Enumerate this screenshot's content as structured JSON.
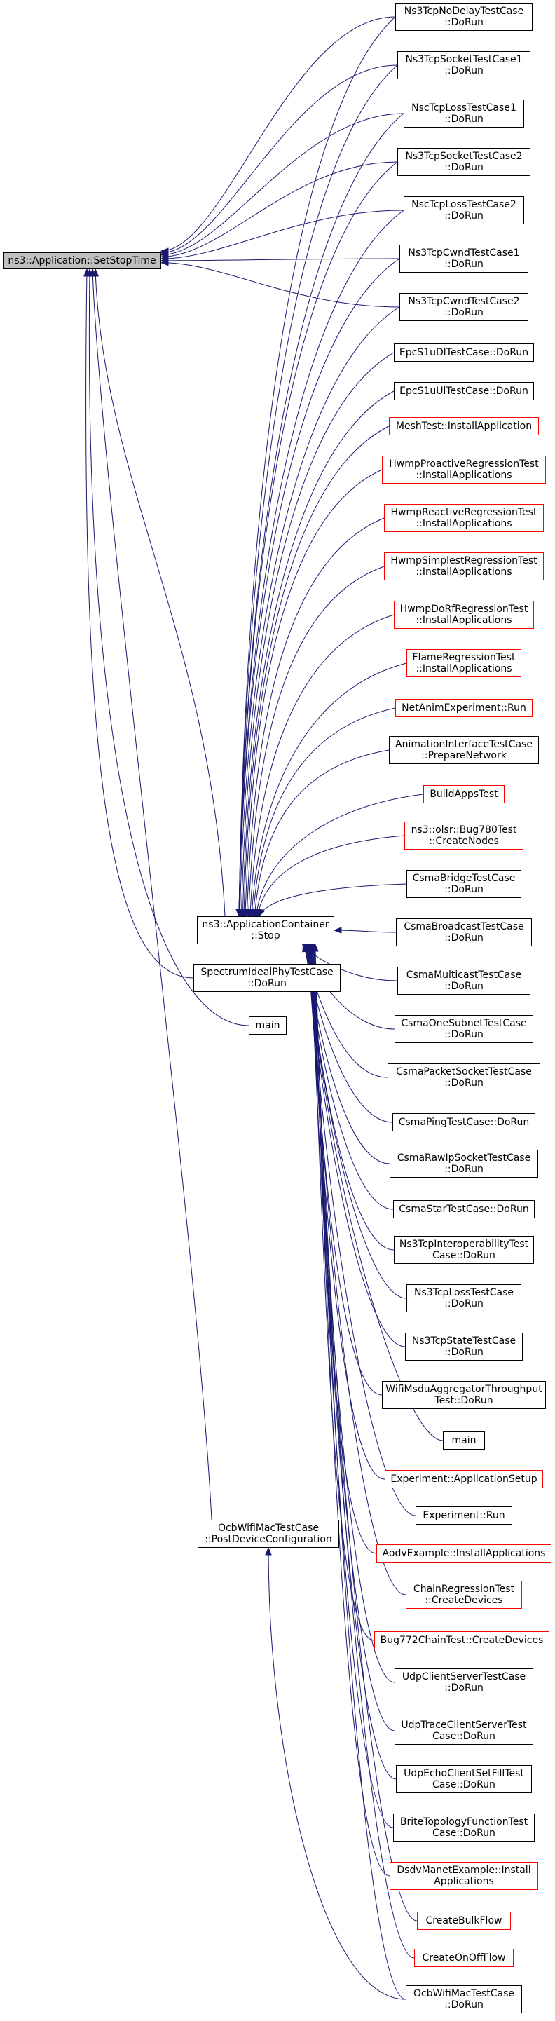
{
  "colors": {
    "edge": "#191970",
    "node_border": "#000000",
    "incomplete_border": "#ff0000",
    "root_fill": "#bfbfbf",
    "background": "#ffffff"
  },
  "nodes": {
    "root": {
      "lines": [
        "ns3::Application::SetStopTime"
      ],
      "style": "root"
    },
    "appcontainer": {
      "lines": [
        "ns3::ApplicationContainer",
        "::Stop"
      ],
      "style": "normal"
    },
    "spectrumideal": {
      "lines": [
        "SpectrumIdealPhyTestCase",
        "::DoRun"
      ],
      "style": "normal"
    },
    "main_left": {
      "lines": [
        "main"
      ],
      "style": "normal"
    },
    "ocbpostdevice": {
      "lines": [
        "OcbWifiMacTestCase",
        "::PostDeviceConfiguration"
      ],
      "style": "normal"
    },
    "ns3tcpnodelay": {
      "lines": [
        "Ns3TcpNoDelayTestCase",
        "::DoRun"
      ],
      "style": "normal"
    },
    "ns3tcpsocket1": {
      "lines": [
        "Ns3TcpSocketTestCase1",
        "::DoRun"
      ],
      "style": "normal"
    },
    "nsctcploss1": {
      "lines": [
        "NscTcpLossTestCase1",
        "::DoRun"
      ],
      "style": "normal"
    },
    "ns3tcpsocket2": {
      "lines": [
        "Ns3TcpSocketTestCase2",
        "::DoRun"
      ],
      "style": "normal"
    },
    "nsctcploss2": {
      "lines": [
        "NscTcpLossTestCase2",
        "::DoRun"
      ],
      "style": "normal"
    },
    "ns3tcpcwnd1": {
      "lines": [
        "Ns3TcpCwndTestCase1",
        "::DoRun"
      ],
      "style": "normal"
    },
    "ns3tcpcwnd2": {
      "lines": [
        "Ns3TcpCwndTestCase2",
        "::DoRun"
      ],
      "style": "normal"
    },
    "epcs1udl": {
      "lines": [
        "EpcS1uDlTestCase::DoRun"
      ],
      "style": "normal"
    },
    "epcs1uul": {
      "lines": [
        "EpcS1uUlTestCase::DoRun"
      ],
      "style": "normal"
    },
    "meshtest": {
      "lines": [
        "MeshTest::InstallApplication"
      ],
      "style": "red"
    },
    "hwmpproactive": {
      "lines": [
        "HwmpProactiveRegressionTest",
        "::InstallApplications"
      ],
      "style": "red"
    },
    "hwmpreactive": {
      "lines": [
        "HwmpReactiveRegressionTest",
        "::InstallApplications"
      ],
      "style": "red"
    },
    "hwmpsimplest": {
      "lines": [
        "HwmpSimplestRegressionTest",
        "::InstallApplications"
      ],
      "style": "red"
    },
    "hwmpdorf": {
      "lines": [
        "HwmpDoRfRegressionTest",
        "::InstallApplications"
      ],
      "style": "red"
    },
    "flame": {
      "lines": [
        "FlameRegressionTest",
        "::InstallApplications"
      ],
      "style": "red"
    },
    "netanim": {
      "lines": [
        "NetAnimExperiment::Run"
      ],
      "style": "red"
    },
    "animiface": {
      "lines": [
        "AnimationInterfaceTestCase",
        "::PrepareNetwork"
      ],
      "style": "normal"
    },
    "buildapps": {
      "lines": [
        "BuildAppsTest"
      ],
      "style": "red"
    },
    "olsrbug": {
      "lines": [
        "ns3::olsr::Bug780Test",
        "::CreateNodes"
      ],
      "style": "red"
    },
    "csmabridge": {
      "lines": [
        "CsmaBridgeTestCase",
        "::DoRun"
      ],
      "style": "normal"
    },
    "csmabroadcast": {
      "lines": [
        "CsmaBroadcastTestCase",
        "::DoRun"
      ],
      "style": "normal"
    },
    "csmamulticast": {
      "lines": [
        "CsmaMulticastTestCase",
        "::DoRun"
      ],
      "style": "normal"
    },
    "csmaonesubnet": {
      "lines": [
        "CsmaOneSubnetTestCase",
        "::DoRun"
      ],
      "style": "normal"
    },
    "csmapacket": {
      "lines": [
        "CsmaPacketSocketTestCase",
        "::DoRun"
      ],
      "style": "normal"
    },
    "csmaping": {
      "lines": [
        "CsmaPingTestCase::DoRun"
      ],
      "style": "normal"
    },
    "csmarawip": {
      "lines": [
        "CsmaRawIpSocketTestCase",
        "::DoRun"
      ],
      "style": "normal"
    },
    "csmastar": {
      "lines": [
        "CsmaStarTestCase::DoRun"
      ],
      "style": "normal"
    },
    "ns3tcpinterop": {
      "lines": [
        "Ns3TcpInteroperabilityTest",
        "Case::DoRun"
      ],
      "style": "normal"
    },
    "ns3tcploss": {
      "lines": [
        "Ns3TcpLossTestCase",
        "::DoRun"
      ],
      "style": "normal"
    },
    "ns3tcpstate": {
      "lines": [
        "Ns3TcpStateTestCase",
        "::DoRun"
      ],
      "style": "normal"
    },
    "wifimsdu": {
      "lines": [
        "WifiMsduAggregatorThroughput",
        "Test::DoRun"
      ],
      "style": "normal"
    },
    "main_right": {
      "lines": [
        "main"
      ],
      "style": "normal"
    },
    "expappsetup": {
      "lines": [
        "Experiment::ApplicationSetup"
      ],
      "style": "red"
    },
    "exprun": {
      "lines": [
        "Experiment::Run"
      ],
      "style": "normal"
    },
    "aodv": {
      "lines": [
        "AodvExample::InstallApplications"
      ],
      "style": "red"
    },
    "chainreg": {
      "lines": [
        "ChainRegressionTest",
        "::CreateDevices"
      ],
      "style": "red"
    },
    "bug772": {
      "lines": [
        "Bug772ChainTest::CreateDevices"
      ],
      "style": "red"
    },
    "udpclientserver": {
      "lines": [
        "UdpClientServerTestCase",
        "::DoRun"
      ],
      "style": "normal"
    },
    "udptrace": {
      "lines": [
        "UdpTraceClientServerTest",
        "Case::DoRun"
      ],
      "style": "normal"
    },
    "udpecho": {
      "lines": [
        "UdpEchoClientSetFillTest",
        "Case::DoRun"
      ],
      "style": "normal"
    },
    "brite": {
      "lines": [
        "BriteTopologyFunctionTest",
        "Case::DoRun"
      ],
      "style": "normal"
    },
    "dsdv": {
      "lines": [
        "DsdvManetExample::Install",
        "Applications"
      ],
      "style": "red"
    },
    "createbulk": {
      "lines": [
        "CreateBulkFlow"
      ],
      "style": "red"
    },
    "createonoff": {
      "lines": [
        "CreateOnOffFlow"
      ],
      "style": "red"
    },
    "ocbdorun": {
      "lines": [
        "OcbWifiMacTestCase",
        "::DoRun"
      ],
      "style": "normal"
    }
  },
  "edges": [
    [
      "ns3tcpnodelay",
      "root"
    ],
    [
      "ns3tcpsocket1",
      "root"
    ],
    [
      "nsctcploss1",
      "root"
    ],
    [
      "ns3tcpsocket2",
      "root"
    ],
    [
      "nsctcploss2",
      "root"
    ],
    [
      "ns3tcpcwnd1",
      "root"
    ],
    [
      "ns3tcpcwnd2",
      "root"
    ],
    [
      "appcontainer",
      "root"
    ],
    [
      "spectrumideal",
      "root"
    ],
    [
      "main_left",
      "root"
    ],
    [
      "ocbpostdevice",
      "root"
    ],
    [
      "ns3tcpnodelay",
      "appcontainer"
    ],
    [
      "ns3tcpsocket1",
      "appcontainer"
    ],
    [
      "nsctcploss1",
      "appcontainer"
    ],
    [
      "ns3tcpsocket2",
      "appcontainer"
    ],
    [
      "nsctcploss2",
      "appcontainer"
    ],
    [
      "ns3tcpcwnd1",
      "appcontainer"
    ],
    [
      "ns3tcpcwnd2",
      "appcontainer"
    ],
    [
      "epcs1udl",
      "appcontainer"
    ],
    [
      "epcs1uul",
      "appcontainer"
    ],
    [
      "meshtest",
      "appcontainer"
    ],
    [
      "hwmpproactive",
      "appcontainer"
    ],
    [
      "hwmpreactive",
      "appcontainer"
    ],
    [
      "hwmpsimplest",
      "appcontainer"
    ],
    [
      "hwmpdorf",
      "appcontainer"
    ],
    [
      "flame",
      "appcontainer"
    ],
    [
      "netanim",
      "appcontainer"
    ],
    [
      "animiface",
      "appcontainer"
    ],
    [
      "buildapps",
      "appcontainer"
    ],
    [
      "olsrbug",
      "appcontainer"
    ],
    [
      "csmabridge",
      "appcontainer"
    ],
    [
      "csmabroadcast",
      "appcontainer"
    ],
    [
      "csmamulticast",
      "appcontainer"
    ],
    [
      "csmaonesubnet",
      "appcontainer"
    ],
    [
      "csmapacket",
      "appcontainer"
    ],
    [
      "csmaping",
      "appcontainer"
    ],
    [
      "csmarawip",
      "appcontainer"
    ],
    [
      "csmastar",
      "appcontainer"
    ],
    [
      "ns3tcpinterop",
      "appcontainer"
    ],
    [
      "ns3tcploss",
      "appcontainer"
    ],
    [
      "ns3tcpstate",
      "appcontainer"
    ],
    [
      "wifimsdu",
      "appcontainer"
    ],
    [
      "main_right",
      "appcontainer"
    ],
    [
      "expappsetup",
      "appcontainer"
    ],
    [
      "exprun",
      "appcontainer"
    ],
    [
      "aodv",
      "appcontainer"
    ],
    [
      "chainreg",
      "appcontainer"
    ],
    [
      "bug772",
      "appcontainer"
    ],
    [
      "udpclientserver",
      "appcontainer"
    ],
    [
      "udptrace",
      "appcontainer"
    ],
    [
      "udpecho",
      "appcontainer"
    ],
    [
      "brite",
      "appcontainer"
    ],
    [
      "dsdv",
      "appcontainer"
    ],
    [
      "createbulk",
      "appcontainer"
    ],
    [
      "createonoff",
      "appcontainer"
    ],
    [
      "ocbdorun",
      "appcontainer"
    ],
    [
      "ocbdorun",
      "ocbpostdevice"
    ]
  ]
}
